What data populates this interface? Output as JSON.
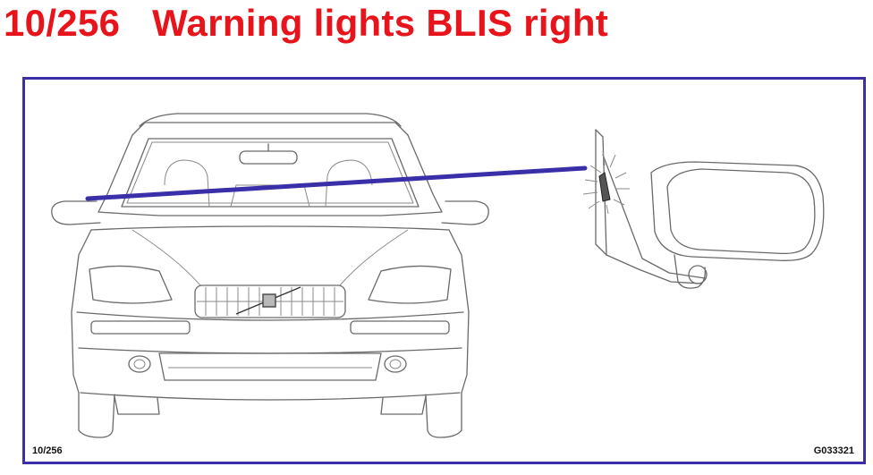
{
  "title": "10/256   Warning lights BLIS right",
  "footer": {
    "left_ref": "10/256",
    "right_ref": "G033321"
  },
  "colors": {
    "title": "#e8141b",
    "frame": "#3a2fa8",
    "indicator_line": "#3a2fa8"
  },
  "icons": [
    "car-front-illustration",
    "side-mirror-illustration",
    "warning-light-icon"
  ]
}
